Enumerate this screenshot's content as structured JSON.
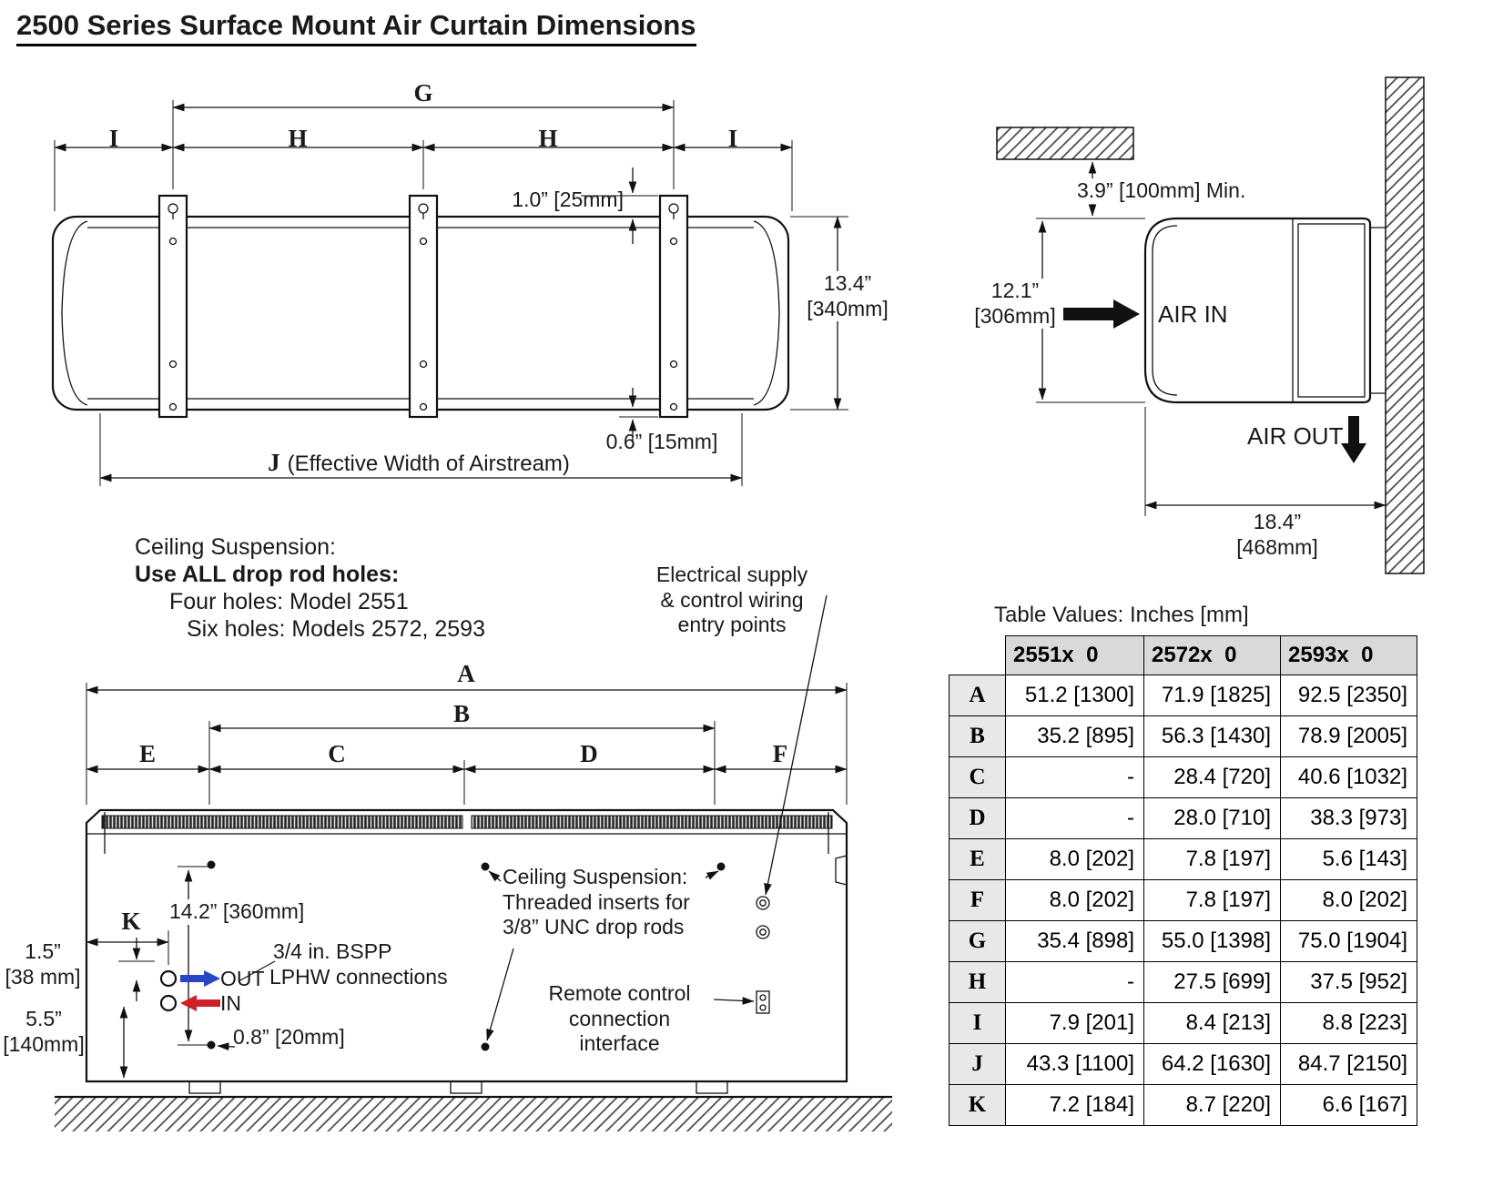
{
  "title": "2500 Series Surface Mount Air Curtain Dimensions",
  "front_view": {
    "g": "G",
    "h_left": "H",
    "h_right": "H",
    "i_left": "I",
    "i_right": "I",
    "bracket_gap": "1.0” [25mm]",
    "height": "13.4”\n[340mm]",
    "hole_gap": "0.6” [15mm]",
    "j": "J",
    "j_desc": "(Effective Width of Airstream)"
  },
  "side_view": {
    "min_clearance": "3.9” [100mm] Min.",
    "height": "12.1”\n[306mm]",
    "air_in": "AIR IN",
    "air_out": "AIR OUT",
    "depth": "18.4”\n[468mm]"
  },
  "suspension_note": {
    "line1": "Ceiling Suspension:",
    "line2": "Use ALL drop rod holes:",
    "line3": "Four holes: Model 2551",
    "line4": "Six holes: Models 2572, 2593"
  },
  "bottom_view": {
    "a": "A",
    "b": "B",
    "c": "C",
    "d": "D",
    "e": "E",
    "f": "F",
    "k": "K",
    "rod_vertical": "14.2” [360mm]",
    "pipe_offset": "1.5”\n[38 mm]",
    "pipe_height": "5.5”\n[140mm]",
    "bspp": "3/4 in. BSPP",
    "lphw": "LPHW connections",
    "out": "OUT",
    "in": "IN",
    "hole_offset": "0.8” [20mm]",
    "electrical": "Electrical supply\n& control wiring\nentry points",
    "ceiling_suspension": "Ceiling Suspension:\nThreaded inserts for\n3/8” UNC drop rods",
    "remote": "Remote control\nconnection interface"
  },
  "table": {
    "title": "Table Values: Inches [mm]",
    "columns": [
      "2551x  0",
      "2572x  0",
      "2593x  0"
    ],
    "rows": [
      {
        "label": "A",
        "values": [
          "51.2 [1300]",
          "71.9 [1825]",
          "92.5 [2350]"
        ]
      },
      {
        "label": "B",
        "values": [
          "35.2 [895]",
          "56.3 [1430]",
          "78.9 [2005]"
        ]
      },
      {
        "label": "C",
        "values": [
          "-",
          "28.4 [720]",
          "40.6 [1032]"
        ]
      },
      {
        "label": "D",
        "values": [
          "-",
          "28.0 [710]",
          "38.3 [973]"
        ]
      },
      {
        "label": "E",
        "values": [
          "8.0 [202]",
          "7.8 [197]",
          "5.6 [143]"
        ]
      },
      {
        "label": "F",
        "values": [
          "8.0 [202]",
          "7.8 [197]",
          "8.0 [202]"
        ]
      },
      {
        "label": "G",
        "values": [
          "35.4 [898]",
          "55.0 [1398]",
          "75.0 [1904]"
        ]
      },
      {
        "label": "H",
        "values": [
          "-",
          "27.5 [699]",
          "37.5 [952]"
        ]
      },
      {
        "label": "I",
        "values": [
          "7.9 [201]",
          "8.4 [213]",
          "8.8 [223]"
        ]
      },
      {
        "label": "J",
        "values": [
          "43.3 [1100]",
          "64.2 [1630]",
          "84.7 [2150]"
        ]
      },
      {
        "label": "K",
        "values": [
          "7.2 [184]",
          "8.7 [220]",
          "6.6 [167]"
        ]
      }
    ]
  }
}
